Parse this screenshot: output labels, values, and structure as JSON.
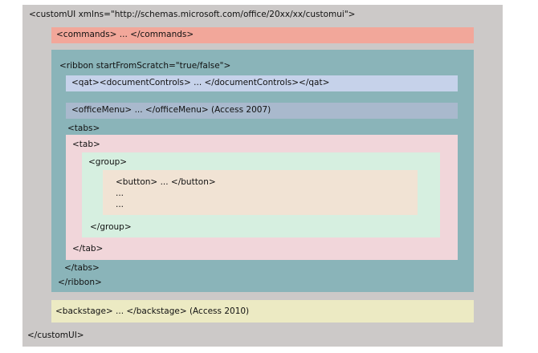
{
  "colors": {
    "customui_bg": "#ccc9c8",
    "commands_bg": "#f2a79a",
    "ribbon_bg": "#8ab4b9",
    "qat_bg": "#c6d2ea",
    "officemenu_bg": "#a9b9cd",
    "tab_bg": "#f1d6da",
    "group_bg": "#d6efe0",
    "button_bg": "#f1e3d4",
    "backstage_bg": "#eceac3"
  },
  "customui": {
    "open": "<customUI xmlns=\"http://schemas.microsoft.com/office/20xx/xx/customui\">",
    "close": "</customUI>"
  },
  "commands": {
    "label": "<commands> ... </commands>"
  },
  "ribbon": {
    "open": "<ribbon startFromScratch=\"true/false\">",
    "close": "</ribbon>",
    "qat": {
      "label": "<qat><documentControls> ... </documentControls></qat>"
    },
    "office_menu": {
      "label": "<officeMenu> ... </officeMenu>  (Access 2007)"
    },
    "tabs": {
      "open": "<tabs>",
      "close": "</tabs>",
      "tab": {
        "open": "<tab>",
        "close": "</tab>",
        "group": {
          "open": "<group>",
          "close": "</group>",
          "button": {
            "line1": "<button> ... </button>",
            "line2": "...",
            "line3": "..."
          }
        }
      }
    }
  },
  "backstage": {
    "label": "<backstage> ... </backstage>  (Access 2010)"
  }
}
